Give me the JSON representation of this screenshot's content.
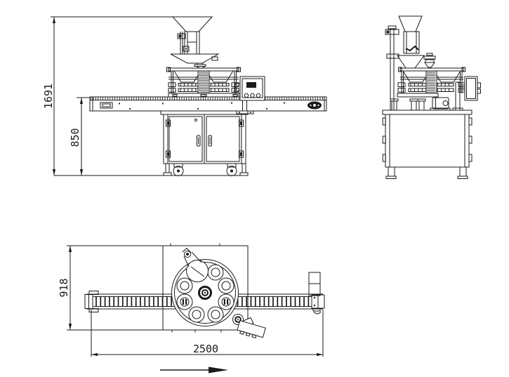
{
  "drawing": {
    "background_color": "#ffffff",
    "line_color": "#1a1a1a",
    "views": {
      "front": {
        "dims": {
          "overall_height": "1691",
          "table_height": "850"
        }
      },
      "plan": {
        "dims": {
          "depth": "918",
          "length": "2500"
        },
        "flow_direction": "right"
      }
    }
  }
}
